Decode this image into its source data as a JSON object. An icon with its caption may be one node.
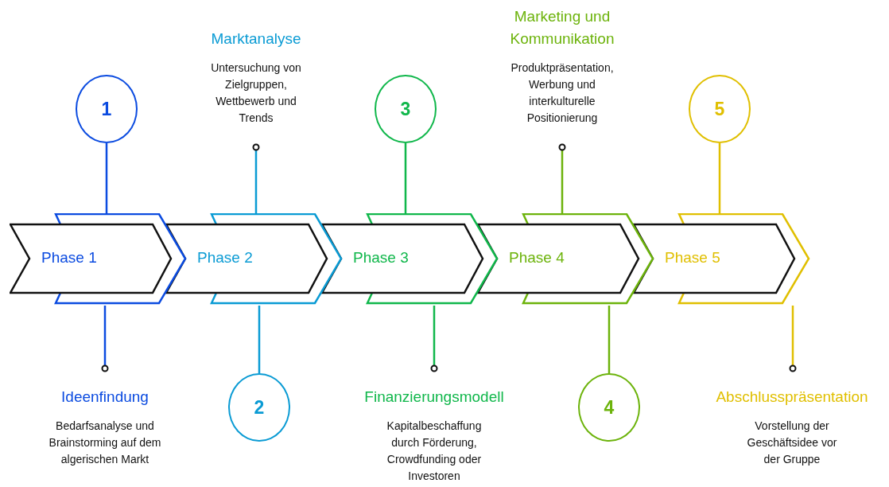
{
  "diagram": {
    "nodes": [
      {
        "text": [
          "Phase 1"
        ]
      },
      {
        "text": [
          "1"
        ]
      },
      {
        "text": [
          "Ideenfindung",
          "Bedarfsanalyse und Brainstorming auf dem algerischen Markt"
        ]
      },
      {
        "text": [
          "Phase 2"
        ]
      },
      {
        "text": [
          "2"
        ]
      },
      {
        "text": [
          "Marktanalyse",
          "Untersuchung von Zielgruppen, Wettbewerb und Trends"
        ]
      },
      {
        "text": [
          "Phase 3"
        ]
      },
      {
        "text": [
          "3"
        ]
      },
      {
        "text": [
          "Finanzierungsmodell",
          "Kapitalbeschaffung durch Förderung, Crowdfunding oder Investoren"
        ]
      },
      {
        "text": [
          "Phase 4"
        ]
      },
      {
        "text": [
          "4"
        ]
      },
      {
        "text": [
          "Marketing und Kommunikation",
          "Produktpräsentation, Werbung und interkulturelle Positionierung"
        ]
      },
      {
        "text": [
          "Phase 5"
        ]
      },
      {
        "text": [
          "5"
        ]
      },
      {
        "text": [
          "Abschlusspräsentation",
          "Vorstellung der Geschäftsidee vor der Gruppe"
        ]
      }
    ],
    "edges": [
      {
        "from": 1,
        "to": 0,
        "arrow": "none",
        "color": "#0b4be0"
      },
      {
        "from": 0,
        "to": 2,
        "arrow": "other",
        "color": "#0b4be0"
      },
      {
        "from": 4,
        "to": 3,
        "arrow": "none",
        "color": "#0a9bd4"
      },
      {
        "from": 3,
        "to": 5,
        "arrow": "other",
        "color": "#0a9bd4"
      },
      {
        "from": 7,
        "to": 6,
        "arrow": "none",
        "color": "#10b74b"
      },
      {
        "from": 6,
        "to": 8,
        "arrow": "other",
        "color": "#10b74b"
      },
      {
        "from": 10,
        "to": 9,
        "arrow": "none",
        "color": "#6cb30b"
      },
      {
        "from": 9,
        "to": 11,
        "arrow": "other",
        "color": "#6cb30b"
      },
      {
        "from": 13,
        "to": 12,
        "arrow": "none",
        "color": "#e0bf00"
      },
      {
        "from": 12,
        "to": 14,
        "arrow": "other",
        "color": "#e0bf00"
      }
    ]
  }
}
